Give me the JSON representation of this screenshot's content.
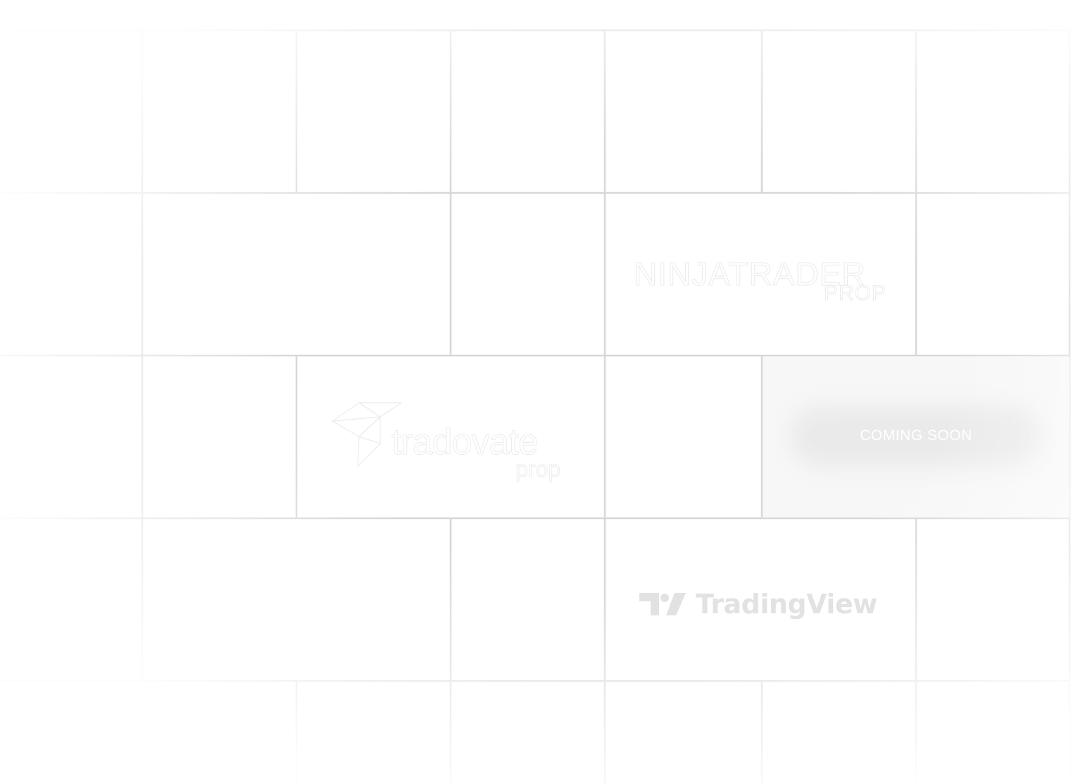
{
  "logos": {
    "ninjatrader": {
      "name": "NINJATRADER",
      "sub": "PROP"
    },
    "tradovate": {
      "name": "tradovate",
      "sub": "prop"
    },
    "tradingview": {
      "name": "TradingView",
      "icon": "tradingview-logo-icon"
    }
  },
  "coming_soon": {
    "label": "COMING SOON"
  },
  "colors": {
    "grid_line": "#d6d7db",
    "background": "#ffffff",
    "coming_soon_bg": "#f7f7f7",
    "logo_grey": "#e2e2e2"
  }
}
